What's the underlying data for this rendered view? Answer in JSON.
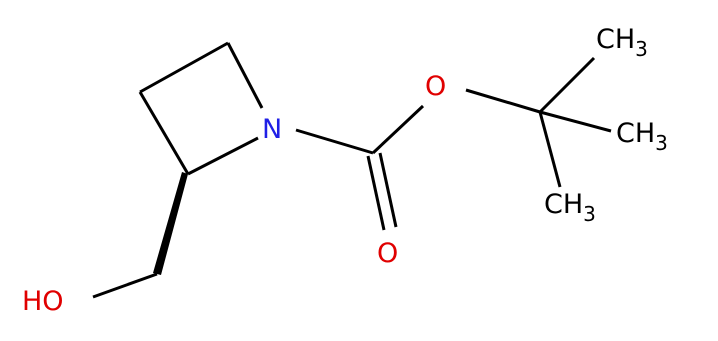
{
  "molecule": {
    "atoms": {
      "N": {
        "symbol": "N",
        "color": "#1f1fe6"
      },
      "O_ether": {
        "symbol": "O",
        "color": "#e00000"
      },
      "O_carbonyl": {
        "symbol": "O",
        "color": "#e00000"
      },
      "OH": {
        "symbol": "HO",
        "color": "#e00000"
      },
      "CH3_top": {
        "symbol": "CH",
        "subscript": "3",
        "color": "#000000"
      },
      "CH3_mid": {
        "symbol": "CH",
        "subscript": "3",
        "color": "#000000"
      },
      "CH3_bot": {
        "symbol": "CH",
        "subscript": "3",
        "color": "#000000"
      }
    },
    "bond_color": "#000000",
    "stereo_bond": "wedge"
  }
}
